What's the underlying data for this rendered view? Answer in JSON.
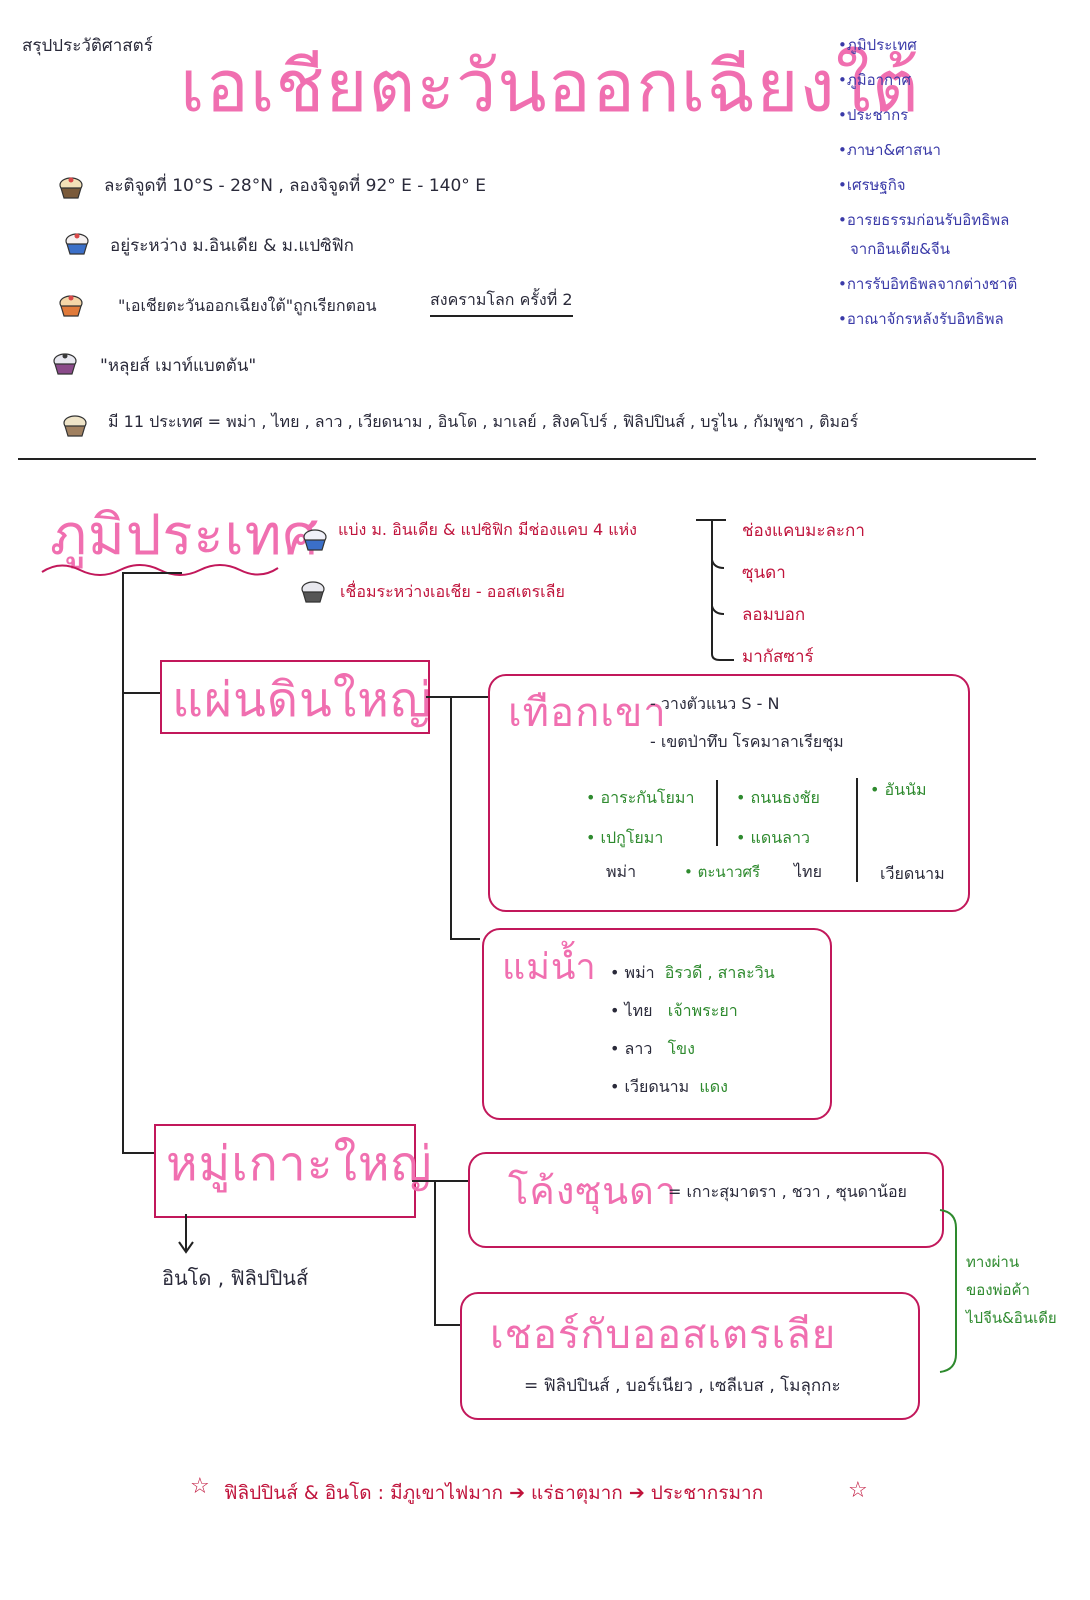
{
  "header": {
    "subject": "สรุปประวัติศาสตร์",
    "title": "เอเชียตะวันออกเฉียงใต้",
    "topics": [
      "•ภูมิประเทศ",
      "•ภูมิอากาศ",
      "•ประชากร",
      "•ภาษา&ศาสนา",
      "•เศรษฐกิจ",
      "•อารยธรรมก่อนรับอิทธิพล",
      "จากอินเดีย&จีน",
      "•การรับอิทธิพลจากต่างชาติ",
      "•อาณาจักรหลังรับอิทธิพล"
    ],
    "facts": [
      "ละติจูดที่ 10°S - 28°N , ลองจิจูดที่ 92° E - 140° E",
      "อยู่ระหว่าง ม.อินเดีย & ม.แปซิฟิก",
      "\"เอเชียตะวันออกเฉียงใต้\"ถูกเรียกตอน",
      "สงครามโลก ครั้งที่ 2",
      "\"หลุยส์ เมาท์แบตตัน\"",
      "มี 11 ประเทศ =  พม่า , ไทย , ลาว , เวียดนาม , อินโด , มาเลย์ , สิงคโปร์ , ฟิลิปปินส์ , บรูไน , กัมพูชา , ติมอร์"
    ]
  },
  "geography": {
    "title": "ภูมิประเทศ",
    "note1": "แบ่ง ม. อินเดีย & แปซิฟิก มีช่องแคบ 4 แห่ง",
    "note2": "เชื่อมระหว่างเอเชีย - ออสเตรเลีย",
    "straits": [
      "ช่องแคบมะละกา",
      "ซุนดา",
      "ลอมบอก",
      "มากัสซาร์"
    ]
  },
  "mainland": {
    "title": "แผ่นดินใหญ่",
    "mountains": {
      "title": "เทือกเขา",
      "line1": "- วางตัวแนว S - N",
      "line2": "- เขตป่าทึบ โรคมาลาเรียชุม",
      "group1": [
        "• อาระกันโยมา",
        "• เปกูโยมา"
      ],
      "group2": [
        "• ถนนธงชัย",
        "• แดนลาว"
      ],
      "group3": [
        "• อันนัม"
      ],
      "footer_burma": "พม่า",
      "footer_mid": "• ตะนาวศรี",
      "footer_thai": "ไทย",
      "footer_viet": "เวียดนาม"
    },
    "rivers": {
      "title": "แม่น้ำ",
      "rows": [
        {
          "country": "• พม่า",
          "river": "อิรวดี , สาละวิน"
        },
        {
          "country": "• ไทย",
          "river": "เจ้าพระยา"
        },
        {
          "country": "• ลาว",
          "river": "โขง"
        },
        {
          "country": "• เวียดนาม",
          "river": "แดง"
        }
      ]
    }
  },
  "islands": {
    "title": "หมู่เกาะใหญ่",
    "arrow_note": "อินโด , ฟิลิปปินส์",
    "sunda": {
      "title": "โค้งซุนดา",
      "text": "=  เกาะสุมาตรา , ชวา , ซุนดาน้อย"
    },
    "australia": {
      "title": "เชอร์กับออสเตรเลีย",
      "text": "= ฟิลิปปินส์ , บอร์เนียว , เซลีเบส , โมลุกกะ"
    },
    "side_note": [
      "ทางผ่าน",
      "ของพ่อค้า",
      "ไปจีน&อินเดีย"
    ]
  },
  "footer": {
    "star_left": "☆",
    "text": "ฟิลิปปินส์ & อินโด  :  มีภูเขาไฟมาก ➔ แร่ธาตุมาก ➔ ประชากรมาก",
    "star_right": "☆"
  }
}
